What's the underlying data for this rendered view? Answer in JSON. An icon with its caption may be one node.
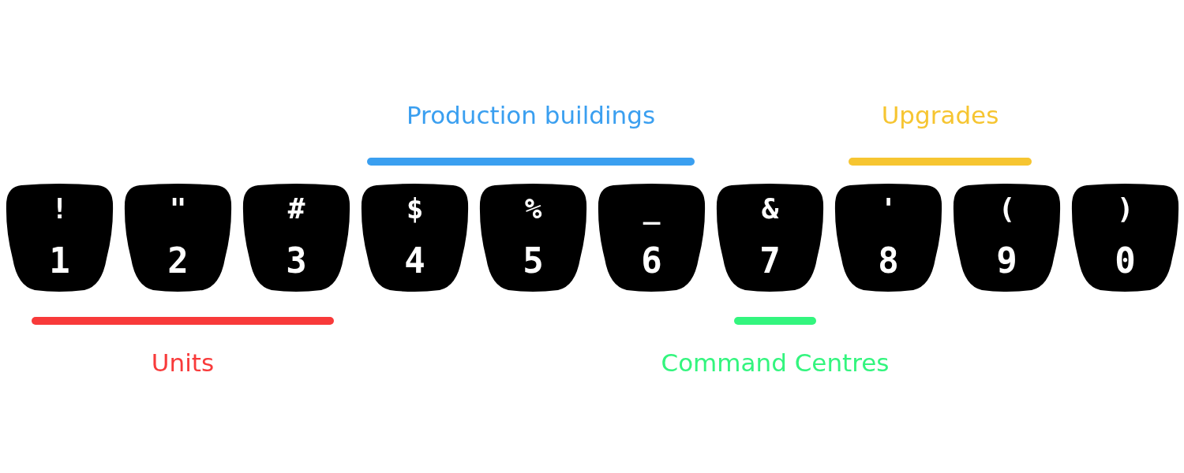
{
  "diagram": {
    "nodes": [
      {
        "text": [
          "!",
          "1"
        ]
      },
      {
        "text": [
          "\"",
          "2"
        ]
      },
      {
        "text": [
          "#",
          "3"
        ]
      },
      {
        "text": [
          "$",
          "4"
        ]
      },
      {
        "text": [
          "%",
          "5"
        ]
      },
      {
        "text": [
          "_",
          "6"
        ]
      },
      {
        "text": [
          "&",
          "7"
        ]
      },
      {
        "text": [
          "'",
          "8"
        ]
      },
      {
        "text": [
          "(",
          "9"
        ]
      },
      {
        "text": [
          ")",
          "0"
        ]
      }
    ],
    "edges": [],
    "legend": [
      {
        "text": "Production buildings",
        "color": "#3a9ff0"
      },
      {
        "text": "Upgrades",
        "color": "#f6c531"
      },
      {
        "text": "Units",
        "color": "#f83a3a"
      },
      {
        "text": "Command Centres",
        "color": "#33f57e"
      }
    ]
  }
}
